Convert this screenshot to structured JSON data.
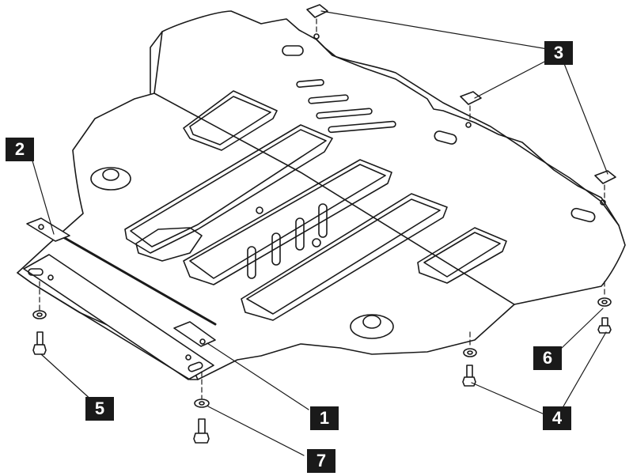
{
  "callouts": [
    {
      "id": "c1",
      "label": "1"
    },
    {
      "id": "c2",
      "label": "2"
    },
    {
      "id": "c3",
      "label": "3"
    },
    {
      "id": "c4",
      "label": "4"
    },
    {
      "id": "c5",
      "label": "5"
    },
    {
      "id": "c6",
      "label": "6"
    },
    {
      "id": "c7",
      "label": "7"
    }
  ],
  "colors": {
    "ink": "#1a1a1a",
    "paper": "#ffffff"
  }
}
